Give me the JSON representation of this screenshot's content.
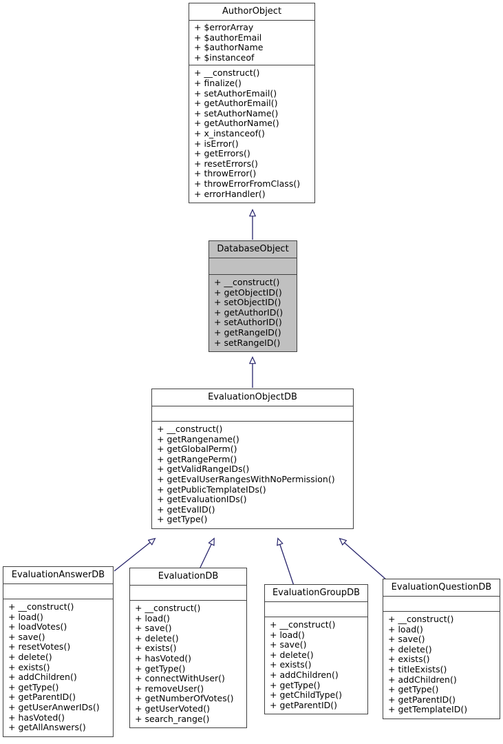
{
  "diagram": {
    "type": "uml-class-inheritance",
    "title": "DatabaseObject class inheritance diagram",
    "arrow_color": "#27246b",
    "border_color": "#404040",
    "highlight_fill": "#c0c0c0",
    "background": "#ffffff"
  },
  "classes": [
    {
      "id": "AuthorObject",
      "name": "AuthorObject",
      "highlighted": false,
      "attributes": [
        "+ $errorArray",
        "+ $authorEmail",
        "+ $authorName",
        "+ $instanceof"
      ],
      "methods": [
        "+ __construct()",
        "+ finalize()",
        "+ setAuthorEmail()",
        "+ getAuthorEmail()",
        "+ setAuthorName()",
        "+ getAuthorName()",
        "+ x_instanceof()",
        "+ isError()",
        "+ getErrors()",
        "+ resetErrors()",
        "+ throwError()",
        "+ throwErrorFromClass()",
        "+ errorHandler()"
      ]
    },
    {
      "id": "DatabaseObject",
      "name": "DatabaseObject",
      "highlighted": true,
      "attributes": [],
      "methods": [
        "+ __construct()",
        "+ getObjectID()",
        "+ setObjectID()",
        "+ getAuthorID()",
        "+ setAuthorID()",
        "+ getRangeID()",
        "+ setRangeID()"
      ]
    },
    {
      "id": "EvaluationObjectDB",
      "name": "EvaluationObjectDB",
      "highlighted": false,
      "attributes": [],
      "methods": [
        "+ __construct()",
        "+ getRangename()",
        "+ getGlobalPerm()",
        "+ getRangePerm()",
        "+ getValidRangeIDs()",
        "+ getEvalUserRangesWithNoPermission()",
        "+ getPublicTemplateIDs()",
        "+ getEvaluationIDs()",
        "+ getEvalID()",
        "+ getType()"
      ]
    },
    {
      "id": "EvaluationAnswerDB",
      "name": "EvaluationAnswerDB",
      "highlighted": false,
      "attributes": [],
      "methods": [
        "+ __construct()",
        "+ load()",
        "+ loadVotes()",
        "+ save()",
        "+ resetVotes()",
        "+ delete()",
        "+ exists()",
        "+ addChildren()",
        "+ getType()",
        "+ getParentID()",
        "+ getUserAnwerIDs()",
        "+ hasVoted()",
        "+ getAllAnswers()"
      ]
    },
    {
      "id": "EvaluationDB",
      "name": "EvaluationDB",
      "highlighted": false,
      "attributes": [],
      "methods": [
        "+ __construct()",
        "+ load()",
        "+ save()",
        "+ delete()",
        "+ exists()",
        "+ hasVoted()",
        "+ getType()",
        "+ connectWithUser()",
        "+ removeUser()",
        "+ getNumberOfVotes()",
        "+ getUserVoted()",
        "+ search_range()"
      ]
    },
    {
      "id": "EvaluationGroupDB",
      "name": "EvaluationGroupDB",
      "highlighted": false,
      "attributes": [],
      "methods": [
        "+ __construct()",
        "+ load()",
        "+ save()",
        "+ delete()",
        "+ exists()",
        "+ addChildren()",
        "+ getType()",
        "+ getChildType()",
        "+ getParentID()"
      ]
    },
    {
      "id": "EvaluationQuestionDB",
      "name": "EvaluationQuestionDB",
      "highlighted": false,
      "attributes": [],
      "methods": [
        "+ __construct()",
        "+ load()",
        "+ save()",
        "+ delete()",
        "+ exists()",
        "+ titleExists()",
        "+ addChildren()",
        "+ getType()",
        "+ getParentID()",
        "+ getTemplateID()"
      ]
    }
  ],
  "relations": [
    {
      "from": "DatabaseObject",
      "to": "AuthorObject",
      "kind": "inheritance"
    },
    {
      "from": "EvaluationObjectDB",
      "to": "DatabaseObject",
      "kind": "inheritance"
    },
    {
      "from": "EvaluationAnswerDB",
      "to": "EvaluationObjectDB",
      "kind": "inheritance"
    },
    {
      "from": "EvaluationDB",
      "to": "EvaluationObjectDB",
      "kind": "inheritance"
    },
    {
      "from": "EvaluationGroupDB",
      "to": "EvaluationObjectDB",
      "kind": "inheritance"
    },
    {
      "from": "EvaluationQuestionDB",
      "to": "EvaluationObjectDB",
      "kind": "inheritance"
    }
  ]
}
